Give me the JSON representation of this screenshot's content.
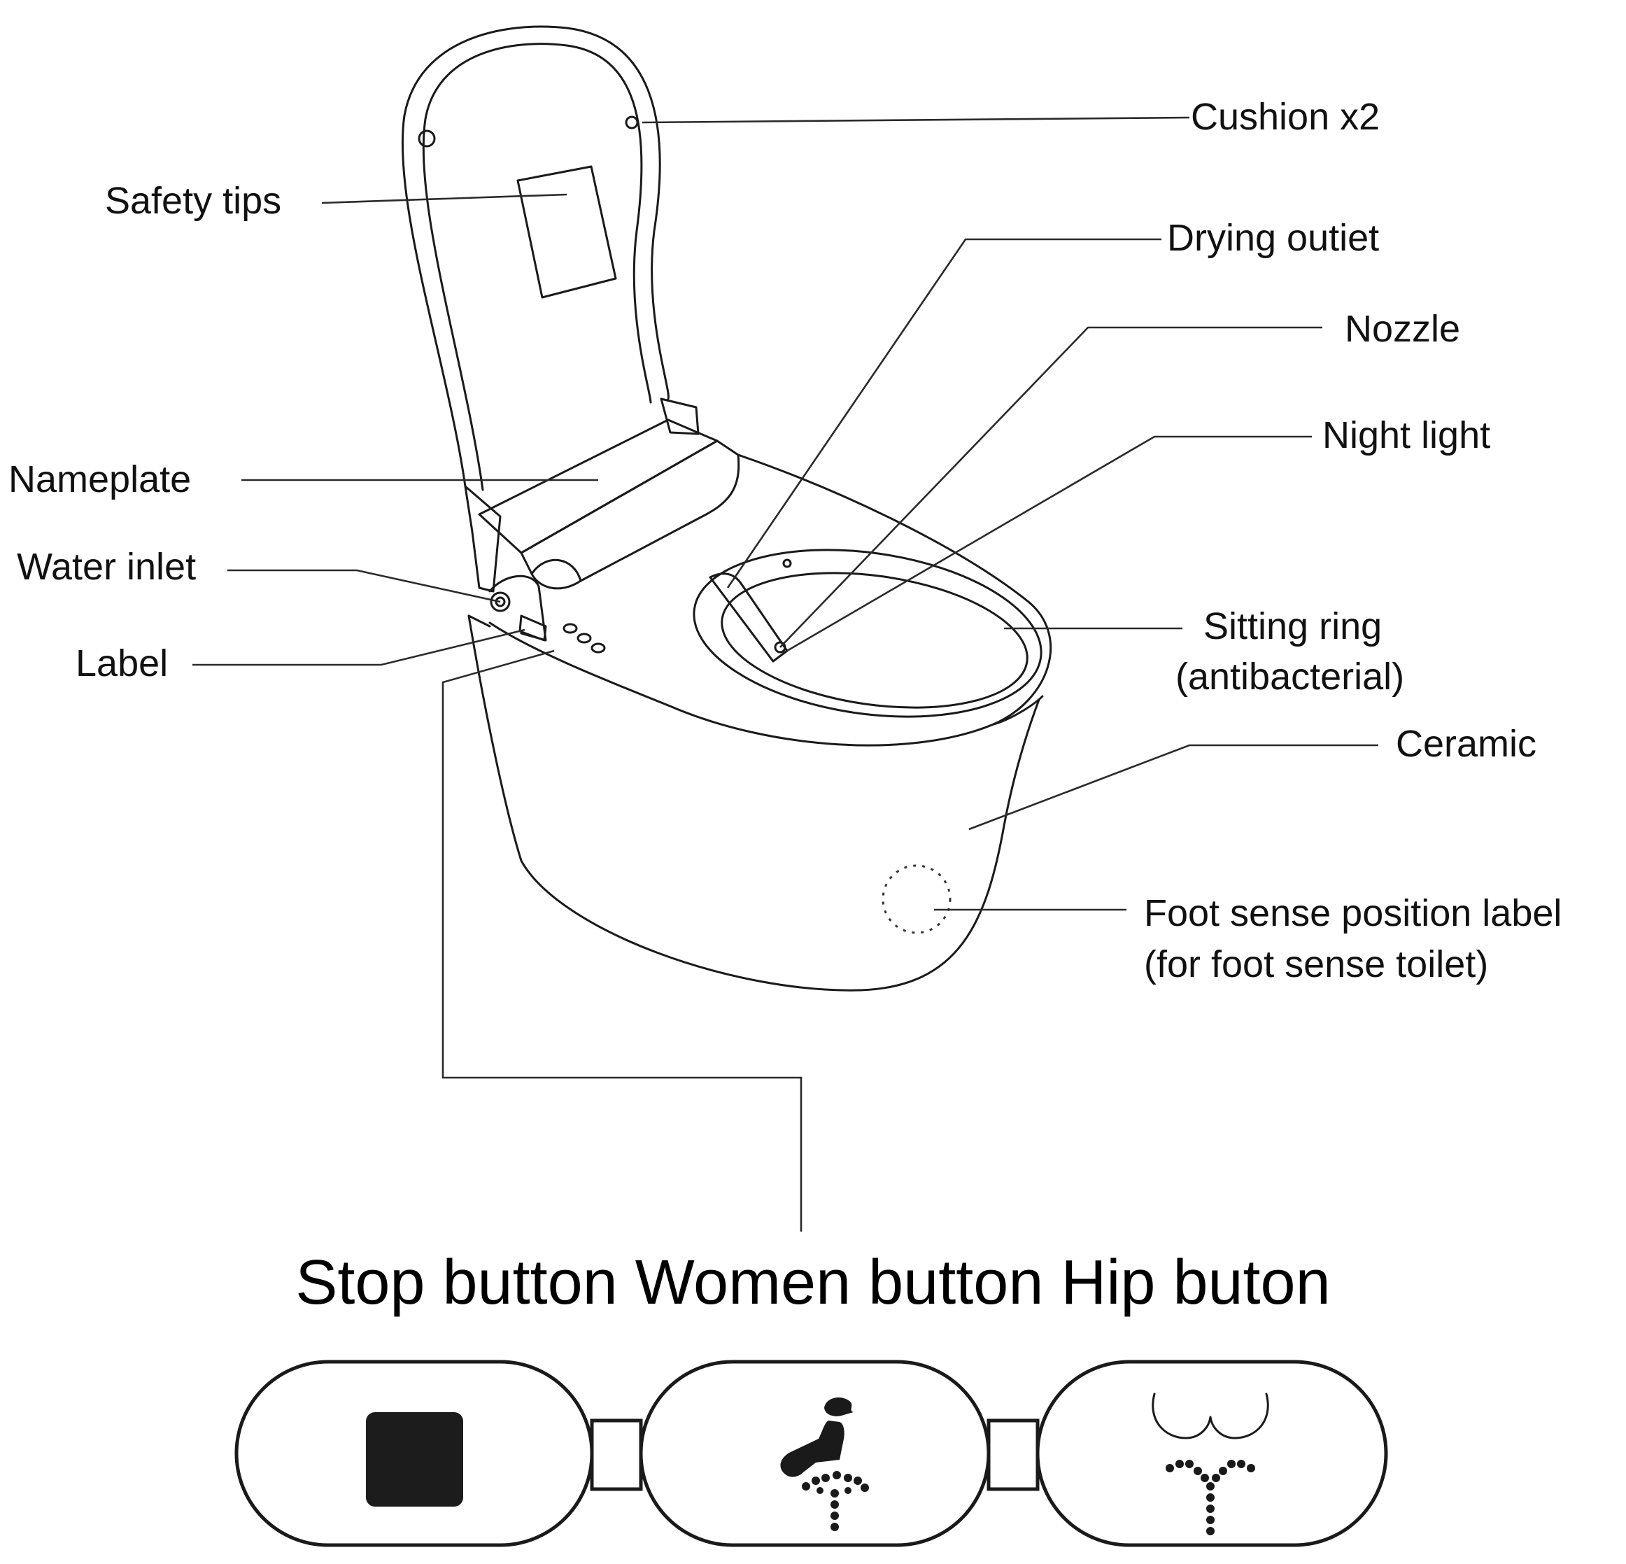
{
  "labels": {
    "cushion": "Cushion x2",
    "safety_tips": "Safety tips",
    "drying_outlet": "Drying outiet",
    "nozzle": "Nozzle",
    "night_light": "Night light",
    "nameplate": "Nameplate",
    "water_inlet": "Water inlet",
    "label": "Label",
    "sitting_ring_1": "Sitting ring",
    "sitting_ring_2": "(antibacterial)",
    "ceramic": "Ceramic",
    "foot_sense_1": "Foot sense position label",
    "foot_sense_2": "(for foot sense toilet)"
  },
  "buttons_title": "Stop button Women button Hip buton",
  "buttons": [
    {
      "name": "Stop button",
      "icon": "stop-square-icon"
    },
    {
      "name": "Women button",
      "icon": "women-wash-icon"
    },
    {
      "name": "Hip buton",
      "icon": "hip-wash-icon"
    }
  ],
  "colors": {
    "ink": "#1a1a1a",
    "background": "#ffffff"
  }
}
